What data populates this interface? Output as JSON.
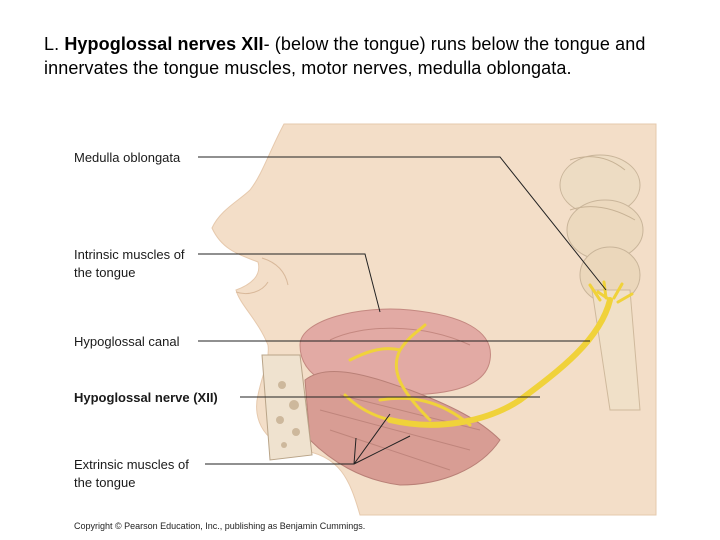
{
  "title": {
    "prefix": "L. ",
    "bold": "Hypoglossal nerves XII",
    "rest": "- (below the tongue) runs below the tongue and innervates the tongue muscles, motor nerves, medulla oblongata."
  },
  "labels": {
    "medulla": "Medulla oblongata",
    "intrinsic_line1": "Intrinsic muscles of",
    "intrinsic_line2": "the tongue",
    "canal": "Hypoglossal canal",
    "nerve": "Hypoglossal nerve (XII)",
    "extrinsic_line1": "Extrinsic muscles of",
    "extrinsic_line2": "the tongue"
  },
  "copyright": "Copyright © Pearson Education, Inc., publishing as Benjamin Cummings.",
  "colors": {
    "skin": "#f2dcc6",
    "muscle": "#d9a29a",
    "nerve": "#f0d23a",
    "bone": "#ead8bf",
    "leader": "#222222"
  }
}
